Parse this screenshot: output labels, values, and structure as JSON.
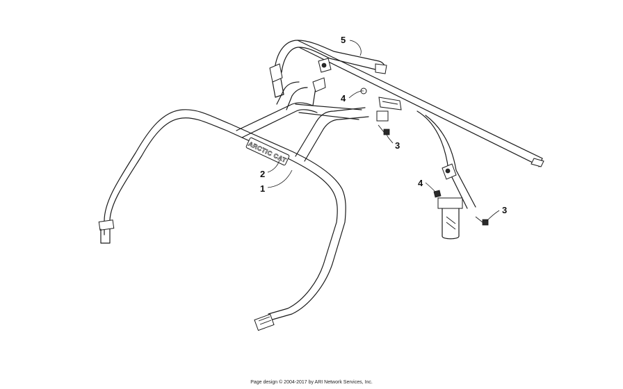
{
  "callouts": [
    {
      "id": "callout-5",
      "label": "5"
    },
    {
      "id": "callout-4a",
      "label": "4"
    },
    {
      "id": "callout-3a",
      "label": "3"
    },
    {
      "id": "callout-2",
      "label": "2"
    },
    {
      "id": "callout-1",
      "label": "1"
    },
    {
      "id": "callout-4b",
      "label": "4"
    },
    {
      "id": "callout-3b",
      "label": "3"
    }
  ],
  "brand_decal": "ARCTIC CAT",
  "footer": "Page design © 2004-2017 by ARI Network Services, Inc."
}
